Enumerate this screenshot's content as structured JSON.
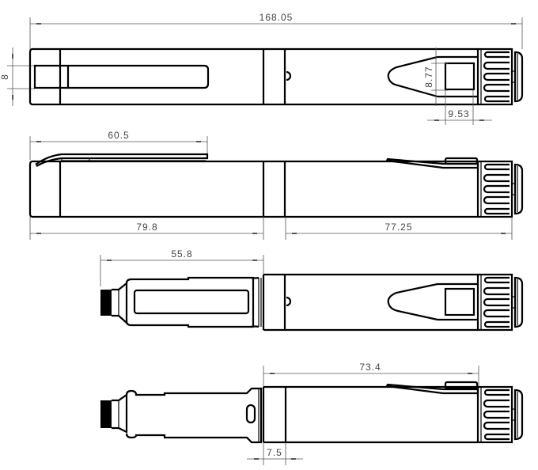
{
  "drawing": {
    "type": "technical-dimension-drawing",
    "subject": "pen-style meter with clip, cap and knurled end cap",
    "line_color": "#000000",
    "dimension_color": "#555555",
    "background": "#ffffff"
  },
  "views": [
    {
      "name": "top-view-capped",
      "dimensions": {
        "overall_length": "168.05",
        "clip_width": "8",
        "window_height": "8.77",
        "window_width": "9.53"
      }
    },
    {
      "name": "side-view-capped",
      "dimensions": {
        "clip_length": "60.5",
        "cap_length": "79.8",
        "body_length": "77.25"
      }
    },
    {
      "name": "top-view-uncapped",
      "dimensions": {
        "probe_length": "55.8"
      }
    },
    {
      "name": "side-view-uncapped",
      "dimensions": {
        "body_length": "73.4",
        "collar_length": "7.5"
      }
    }
  ]
}
